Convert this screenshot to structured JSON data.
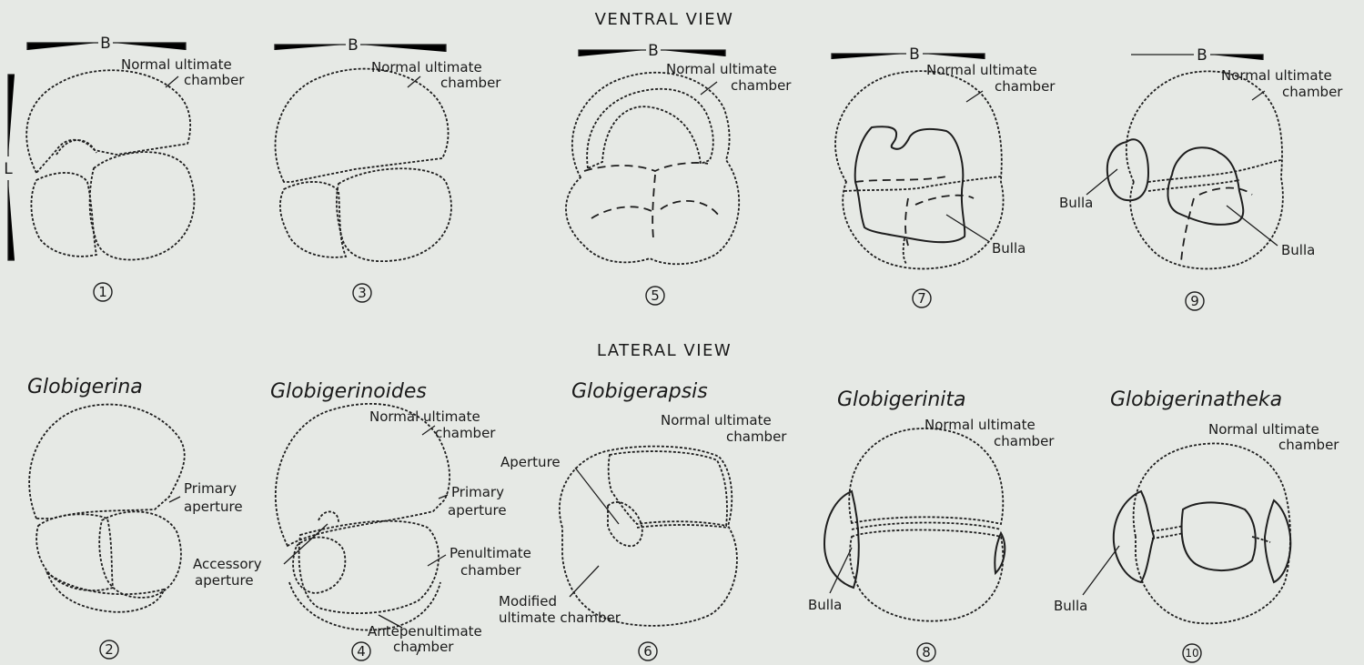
{
  "headings": {
    "ventral": "VENTRAL VIEW",
    "lateral": "LATERAL VIEW"
  },
  "dimensions": {
    "breadth": "B",
    "length": "L"
  },
  "genera": [
    "Globigerina",
    "Globigerinoides",
    "Globigerapsis",
    "Globigerinita",
    "Globigerinatheka"
  ],
  "figure_numbers": [
    "1",
    "2",
    "3",
    "4",
    "5",
    "6",
    "7",
    "8",
    "9",
    "10"
  ],
  "labels": {
    "normal_ultimate_line1": "Normal ultimate",
    "normal_ultimate_line2": "chamber",
    "normal_ultimate_joined": "Normal ultimate chamber",
    "primary_line1": "Primary",
    "primary_line2": "aperture",
    "accessory_line1": "Accessory",
    "accessory_line2": "aperture",
    "penultimate_line1": "Penultimate",
    "penultimate_line2": "chamber",
    "antepenultimate_line1": "Antepenultimate",
    "antepenultimate_line2": "chamber",
    "aperture": "Aperture",
    "modified_line1": "Modified",
    "modified_line2": "ultimate chamber",
    "bulla": "Bulla"
  }
}
